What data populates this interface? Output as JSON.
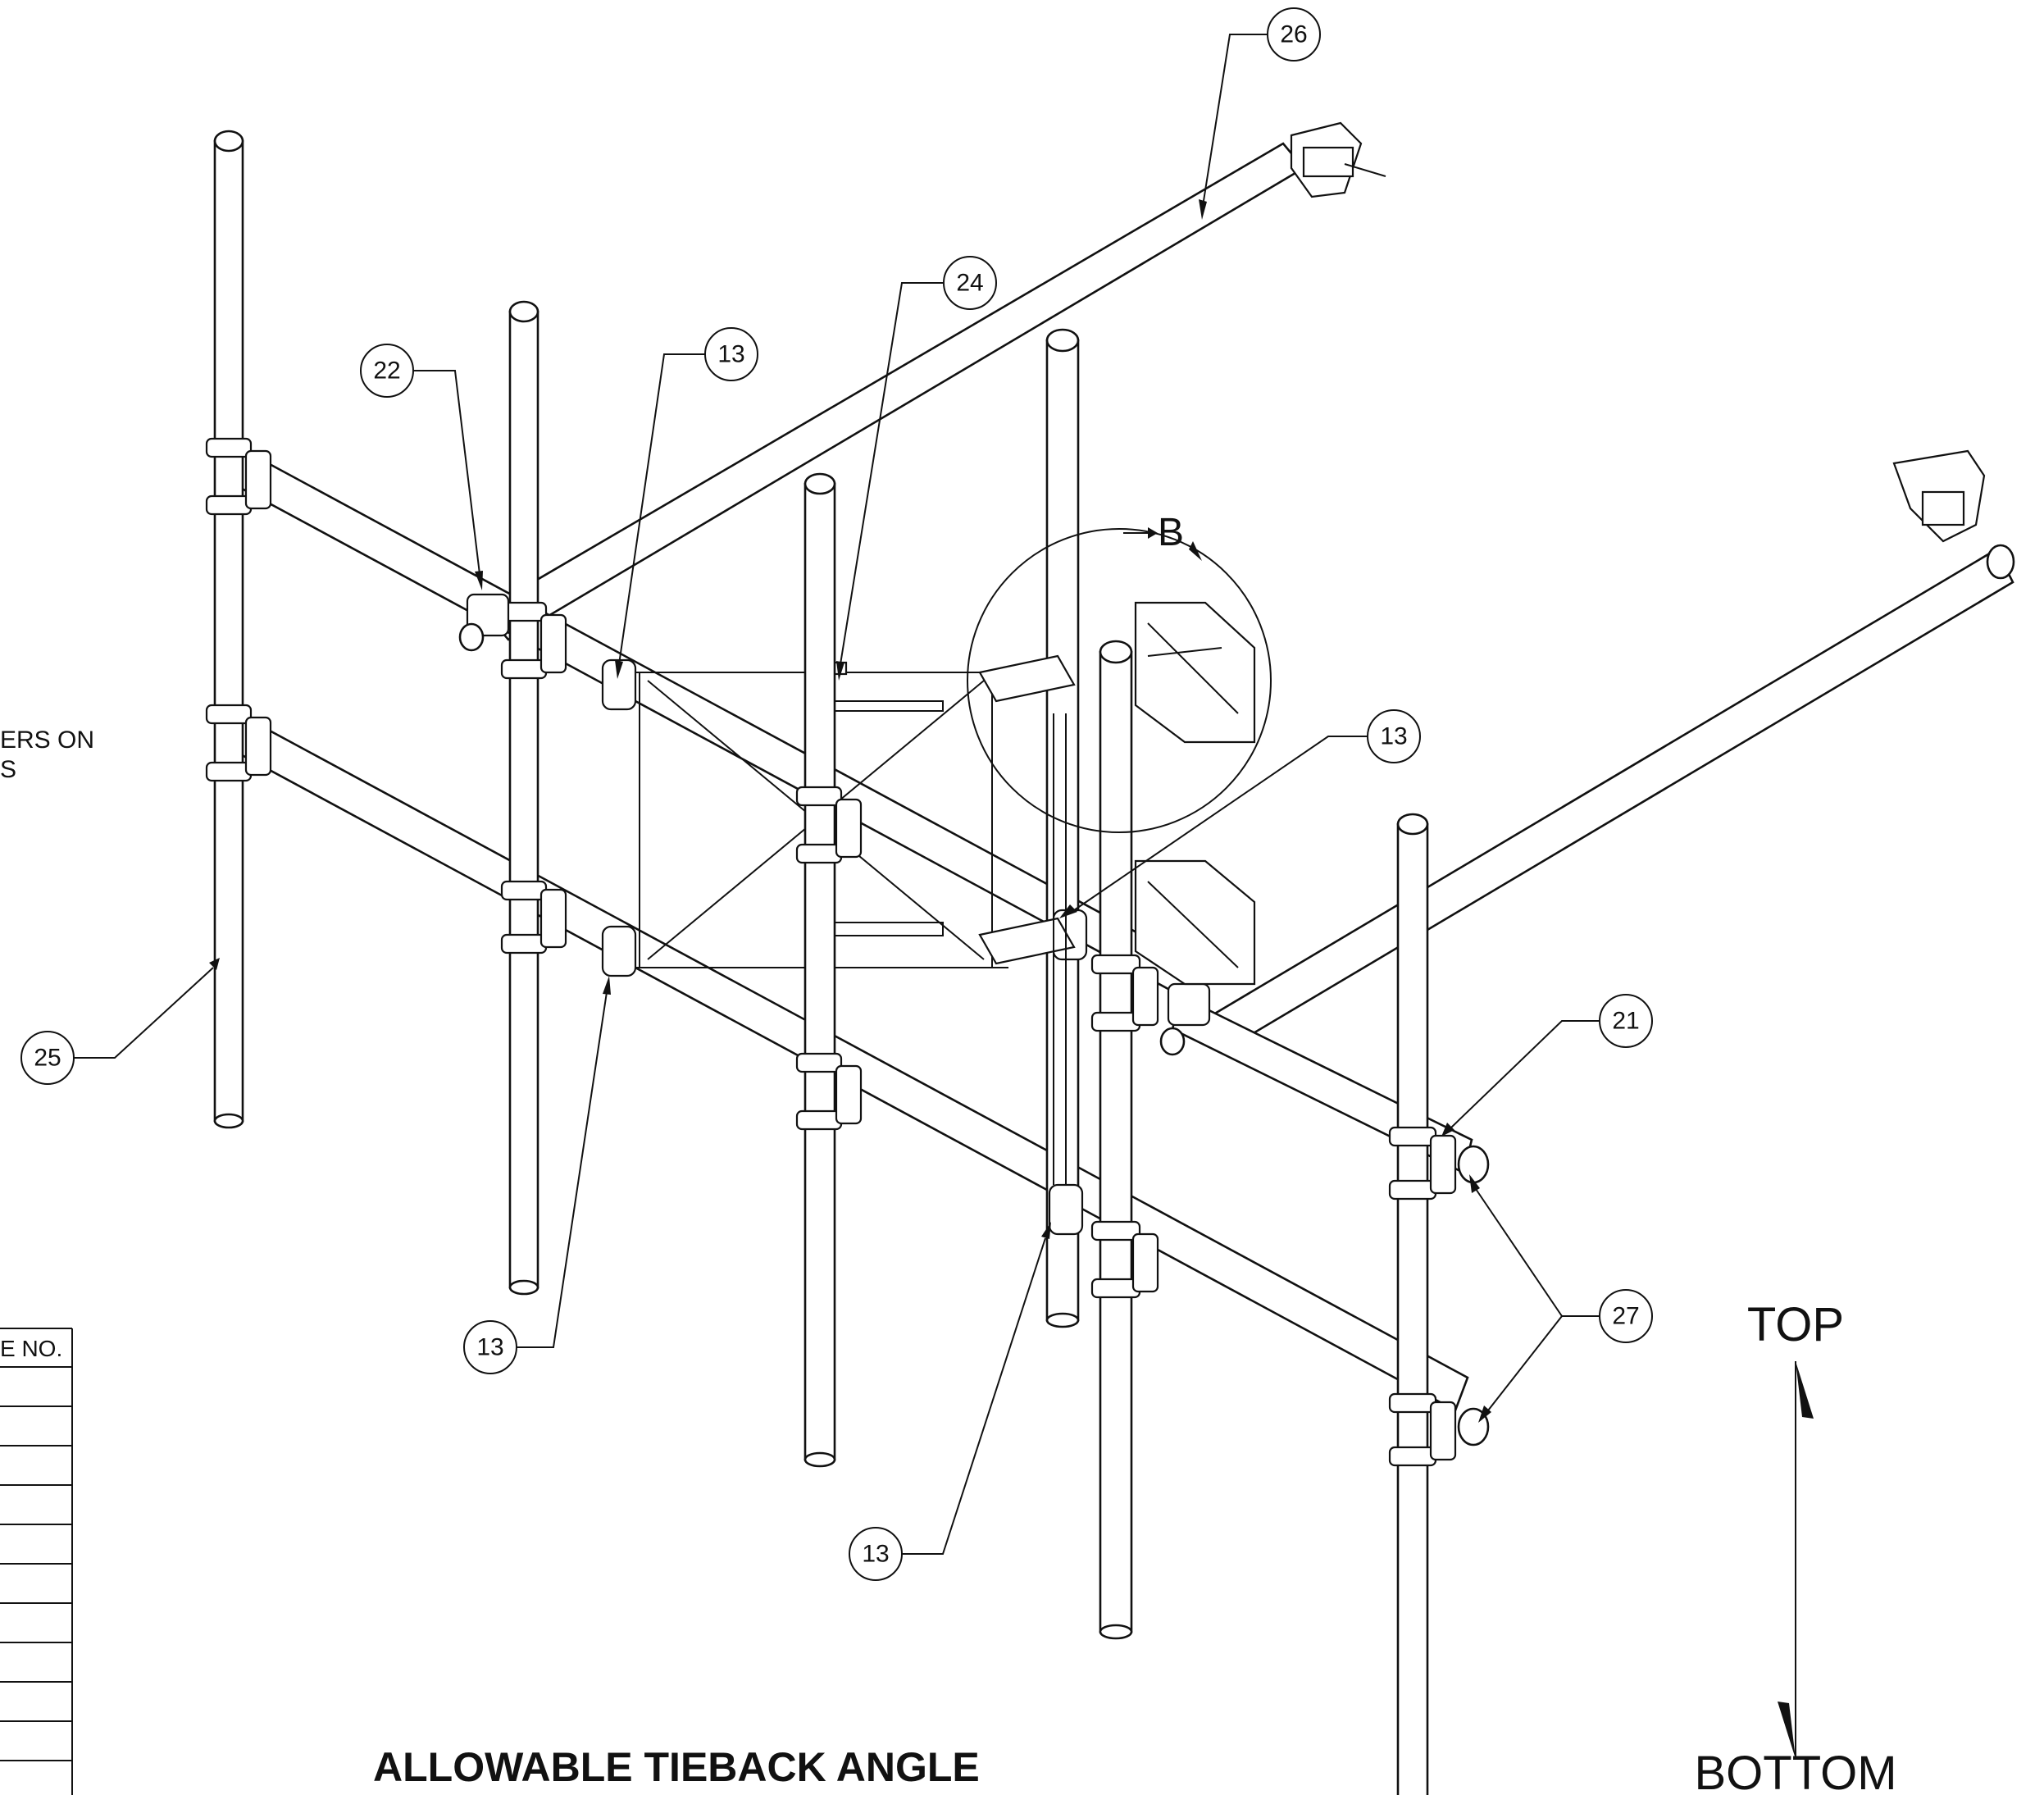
{
  "balloons": [
    {
      "label": "26"
    },
    {
      "label": "24"
    },
    {
      "label": "13"
    },
    {
      "label": "22"
    },
    {
      "label": "13"
    },
    {
      "label": "25"
    },
    {
      "label": "21"
    },
    {
      "label": "27"
    },
    {
      "label": "13"
    },
    {
      "label": "13"
    }
  ],
  "detail_callout": "B",
  "partial_note_line1": "ERS ON",
  "partial_note_line2": "S",
  "table_header_fragment": "E NO.",
  "caption": "ALLOWABLE TIEBACK ANGLE",
  "orientation": {
    "top_label": "TOP",
    "bottom_label": "BOTTOM"
  }
}
